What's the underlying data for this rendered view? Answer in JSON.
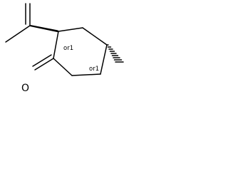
{
  "molecule": {
    "atoms": {
      "oxygen": "O"
    },
    "stereo_labels": {
      "alpha_carbon": "or1",
      "methyl_carbon": "or1"
    }
  },
  "colors": {
    "bond": "#000000",
    "background": "#ffffff"
  }
}
